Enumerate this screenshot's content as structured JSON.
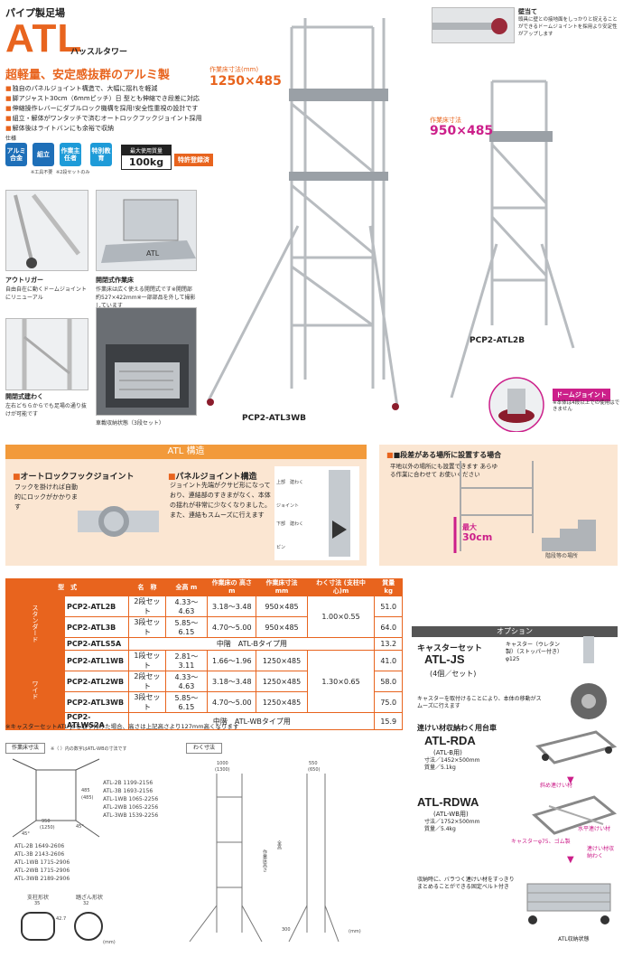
{
  "category": "パイプ製足場",
  "title": "ATL",
  "subtitle": "ハッスルタワー",
  "headline": "超軽量、安定感抜群のアルミ製",
  "features": [
    "独自のパネルジョイント構造で、大幅に揺れを軽減",
    "脚アジャスト30cm（6mmピッチ）日 型とも伸縮でき段差に対応",
    "伸縮操作レバーにダブルロック機構を採用!安全性重視の設計です",
    "組立・解体がワンタッチで済むオートロックフックジョイント採用",
    "解体後はライトバンにも余裕で収納"
  ],
  "spec_label": "仕様",
  "icons": [
    {
      "label": "アルミ合金",
      "color": "#1e6fb8"
    },
    {
      "label": "組立",
      "color": "#1e6fb8"
    },
    {
      "label": "作業主任者",
      "color": "#1e9bd8"
    },
    {
      "label": "特別教育",
      "color": "#1e9bd8"
    }
  ],
  "icon_note1": "※工具不要",
  "icon_note2": "※2段セットのみ",
  "max_load_label": "最大使用質量",
  "max_load_value": "100kg",
  "patent": "特許登録済",
  "photos": [
    {
      "title": "アウトリガー",
      "desc": "自由自在に動くドームジョイントにリニューアル"
    },
    {
      "title": "開閉式作業床",
      "desc": "作業床は広く使える開閉式です※開閉部　約527×422mm※一部部品を外して撮影しています"
    },
    {
      "title": "開閉式建わく",
      "desc": "左右どちらからでも足場の通り抜けが可能です"
    },
    {
      "title": "",
      "desc": "車載収納状態（3段セット）"
    }
  ],
  "wall": {
    "title": "壁当て",
    "desc": "頭具に壁との接地面をしっかりと捉えることができるドームジョイントを採用より安定性がアップします"
  },
  "dim1": {
    "label": "作業床寸法(mm)",
    "value": "1250×485"
  },
  "dim2": {
    "label": "作業床寸法",
    "value": "950×485"
  },
  "model1": "PCP2-ATL3WB",
  "model2": "PCP2-ATL2B",
  "dome": {
    "title": "ドームジョイント",
    "note": "※本体は4段以上での使用はできません"
  },
  "struct_title": "ATL 構造",
  "auto": {
    "title": "オートロックフックジョイント",
    "body": "フックを掛ければ自動的にロックがかかります"
  },
  "panel": {
    "title": "パネルジョイント構造",
    "body": "ジョイント先端がクサビ形になっており、連結部のすきまがなく、本体の揺れが非常に少なくなりました。また、連結もスムーズに行えます",
    "labels": [
      "上部　建わく",
      "ジョイント",
      "下部　建わく",
      "ピン"
    ]
  },
  "step": {
    "title": "■段差がある場所に設置する場合",
    "body": "平地以外の場所にも設置できます あらゆる作業に合わせて お使いください",
    "max": "最大",
    "cm": "30cm",
    "place": "階段等の場所"
  },
  "table": {
    "headers": [
      "型　式",
      "名　称",
      "全高 m",
      "作業床の 高さm",
      "作業床寸法 mm",
      "わく寸法 (支柱中心)m",
      "質量 kg"
    ],
    "groups": [
      {
        "name": "スタンダード",
        "frame": "1.00×0.55",
        "rows": [
          [
            "PCP2-ATL2B",
            "2段セット",
            "4.33～4.63",
            "3.18～3.48",
            "950×485",
            "51.0"
          ],
          [
            "PCP2-ATL3B",
            "3段セット",
            "5.85～6.15",
            "4.70～5.00",
            "950×485",
            "64.0"
          ]
        ],
        "sub": [
          "PCP2-ATLS5A",
          "中階　ATL-Bタイプ用",
          "13.2"
        ]
      },
      {
        "name": "ワイド",
        "frame": "1.30×0.65",
        "rows": [
          [
            "PCP2-ATL1WB",
            "1段セット",
            "2.81～3.11",
            "1.66～1.96",
            "1250×485",
            "41.0"
          ],
          [
            "PCP2-ATL2WB",
            "2段セット",
            "4.33～4.63",
            "3.18～3.48",
            "1250×485",
            "58.0"
          ],
          [
            "PCP2-ATL3WB",
            "3段セット",
            "5.85～6.15",
            "4.70～5.00",
            "1250×485",
            "75.0"
          ]
        ],
        "sub": [
          "PCP2-ATLWS2A",
          "中階　ATL-WBタイプ用",
          "15.9"
        ]
      }
    ],
    "note": "※キャスターセットATL-JSを取り付けた場合、高さは上記高さより127mm高くなります"
  },
  "drawing": {
    "title1": "作業床寸法",
    "note1": "※（ ）内の数字はATL-WBの寸法です",
    "title2": "わく寸法",
    "pipe1": "支柱形状",
    "pipe2": "踏ざん形状",
    "unit": "(mm)",
    "d35": "35",
    "d32": "32",
    "d427": "42.7",
    "d950": "950",
    "d1250": "(1250)",
    "d485": "485",
    "d4852": "(485)",
    "d45a": "45°",
    "d45b": "45°",
    "d1000": "1000",
    "d1300": "(1300)",
    "d550": "550",
    "d650": "(650)",
    "d300": "300",
    "v1": "作業床高さ",
    "v2": "全高",
    "list1": [
      "ATL-2B 1199-2156",
      "ATL-3B 1693-2156",
      "ATL-1WB 1065-2256",
      "ATL-2WB 1065-2256",
      "ATL-3WB 1539-2256"
    ],
    "list2": [
      "ATL-2B 1649-2606",
      "ATL-3B 2143-2606",
      "ATL-1WB 1715-2906",
      "ATL-2WB 1715-2906",
      "ATL-3WB 2189-2906"
    ]
  },
  "options": {
    "header": "オプション",
    "caster": {
      "title": "キャスターセット",
      "code": "ATL-JS",
      "qty": "(4個／セット)",
      "spec": "キャスター（ウレタン製）（ストッパー付き）φ125",
      "note": "キャスターを取付けることにより、本体の移動がスムーズに行えます"
    },
    "cart": {
      "title": "連けい材収納わく用台車",
      "code1": "ATL-RDA",
      "use1": "(ATL-B用)",
      "size1": "寸法／1452×500mm",
      "w1": "質量／5.1kg",
      "code2": "ATL-RDWA",
      "use2": "(ATL-WB用)",
      "size2": "寸法／1752×500mm",
      "w2": "質量／5.4kg",
      "l1": "斜め連けい材",
      "l2": "水平連けい材",
      "l3": "キャスターφ75、ゴム製",
      "l4": "連けい材収納わく",
      "store": "収納時に、バラつく連けい材をすっきりまとめることができる固定ベルト付き",
      "state": "ATL収納状態"
    }
  }
}
